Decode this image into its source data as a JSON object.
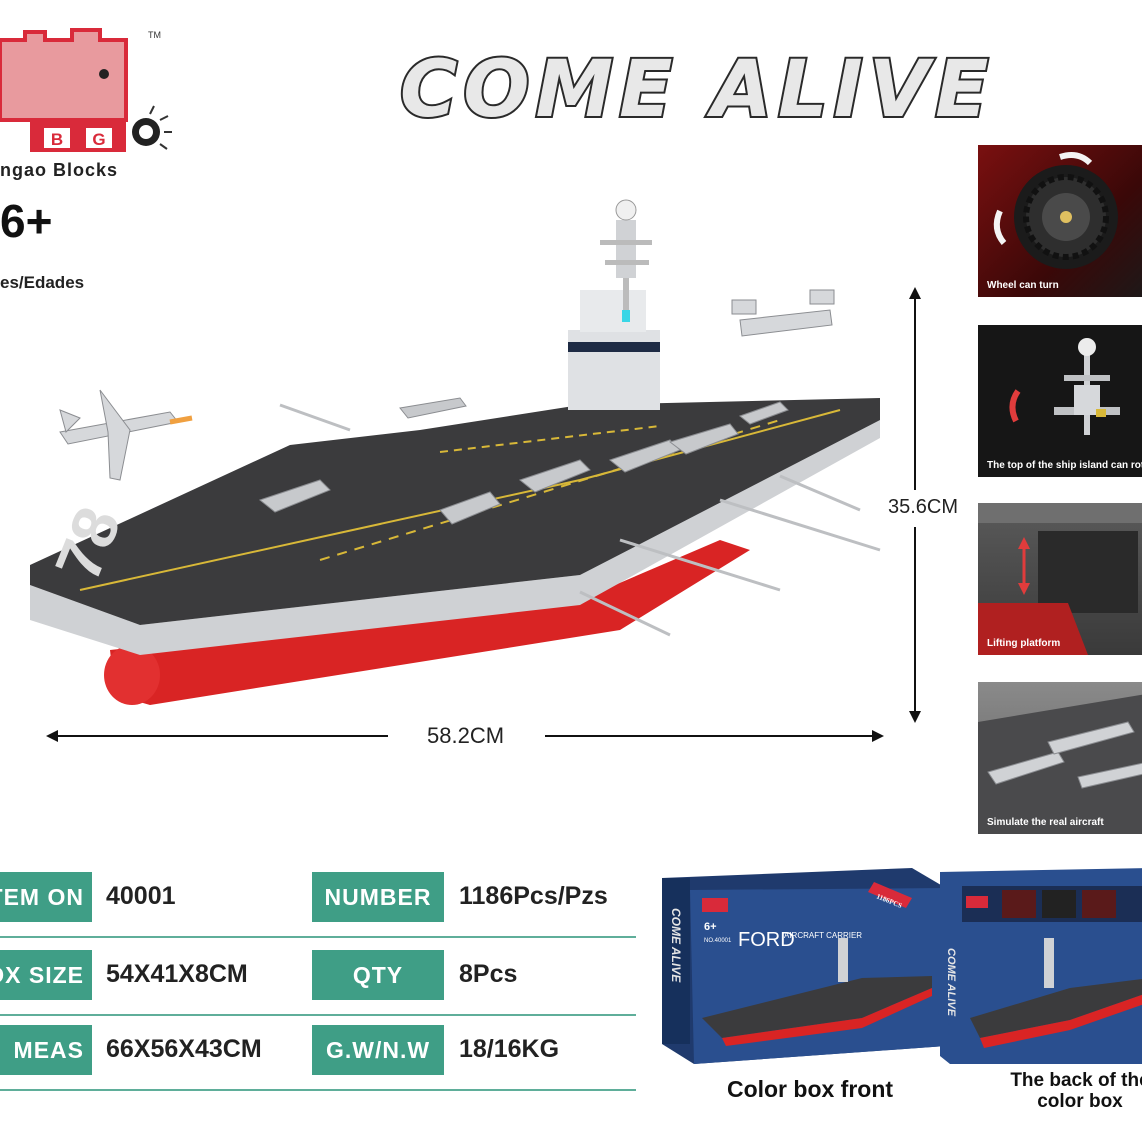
{
  "brand": {
    "name": "ngao  Blocks",
    "tm": "TM",
    "logo_letters": [
      "B",
      "G"
    ]
  },
  "age": {
    "value": "6+",
    "label": "es/Edades"
  },
  "headline": "COME ALIVE",
  "dimensions": {
    "length": "58.2CM",
    "height": "35.6CM"
  },
  "ship": {
    "hull_number": "78",
    "colors": {
      "deck": "#3b3b3d",
      "hull_grey": "#cfd1d4",
      "hull_red": "#d92424",
      "markings": "#d8b838"
    }
  },
  "features": [
    {
      "caption": "Wheel can turn"
    },
    {
      "caption": "The top of the ship island can rot"
    },
    {
      "caption": "Lifting platform"
    },
    {
      "caption": "Simulate the real aircraft"
    }
  ],
  "specs": [
    {
      "label_left": "ITEM ON",
      "value_left": "40001",
      "label_right": "NUMBER",
      "value_right": "1186Pcs/Pzs"
    },
    {
      "label_left": "BOX SIZE",
      "value_left": "54X41X8CM",
      "label_right": "QTY",
      "value_right": "8Pcs"
    },
    {
      "label_left": "MEAS",
      "value_left": "66X56X43CM",
      "label_right": "G.W/N.W",
      "value_right": "18/16KG"
    }
  ],
  "box_front": {
    "caption": "Color box front",
    "title": "FORD",
    "subtitle": "AIRCRAFT CARRIER",
    "side_text": "COME ALIVE",
    "pcs": "1186PCS",
    "age": "6+",
    "number": "NO.40001"
  },
  "box_back": {
    "caption": "The back of the color box",
    "side_text": "COME ALIVE"
  },
  "colors": {
    "accent": "#3f9e86",
    "box_blue": "#24457d",
    "brand_red": "#d92a3a"
  }
}
